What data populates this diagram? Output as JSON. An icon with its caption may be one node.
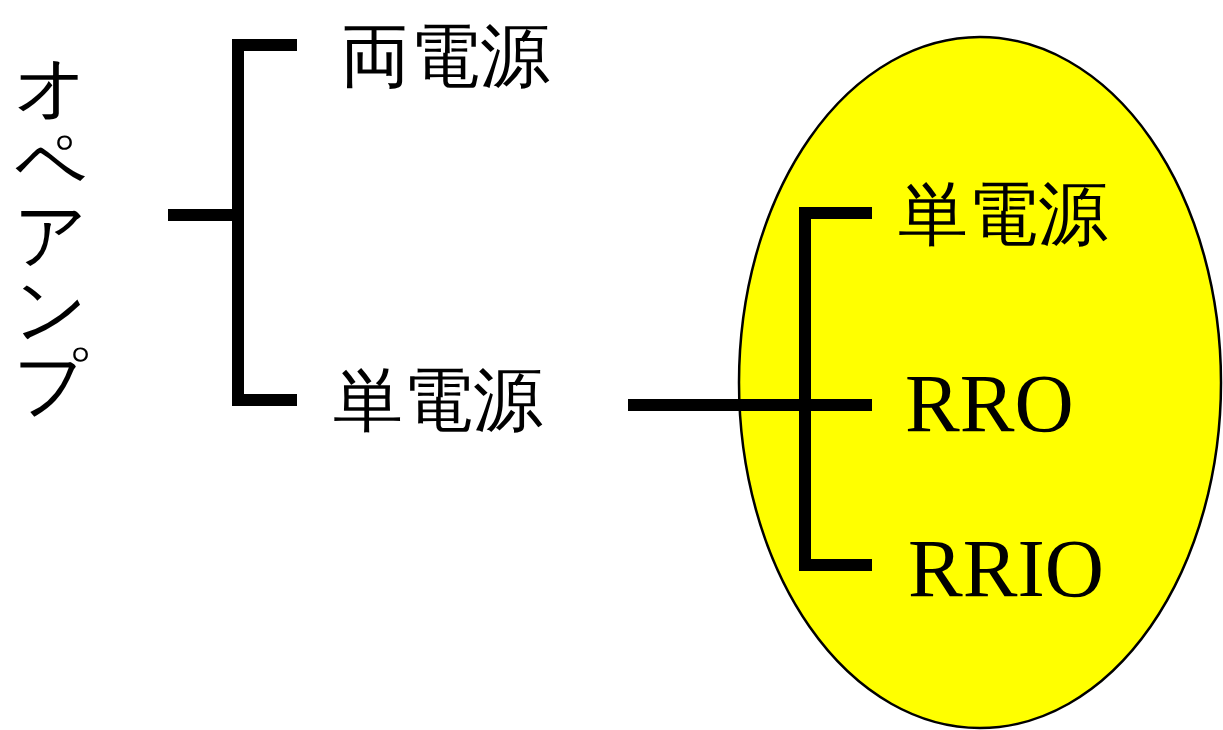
{
  "diagram": {
    "nodes": [
      {
        "text": [
          "オペアンプ"
        ]
      },
      {
        "text": [
          "両電源"
        ]
      },
      {
        "text": [
          "単電源"
        ]
      },
      {
        "text": [],
        "shape": "ellipse"
      },
      {
        "text": [
          "単電源"
        ],
        "in": 3
      },
      {
        "text": [
          "RRO"
        ],
        "in": 3
      },
      {
        "text": [
          "RRIO"
        ],
        "in": 3
      }
    ],
    "edges": [
      {
        "from": 0,
        "to": 1,
        "arrow": "none"
      },
      {
        "from": 0,
        "to": 2,
        "arrow": "none"
      },
      {
        "from": 2,
        "to": 4,
        "arrow": "none"
      },
      {
        "from": 2,
        "to": 5,
        "arrow": "none"
      },
      {
        "from": 2,
        "to": 6,
        "arrow": "none"
      }
    ]
  }
}
